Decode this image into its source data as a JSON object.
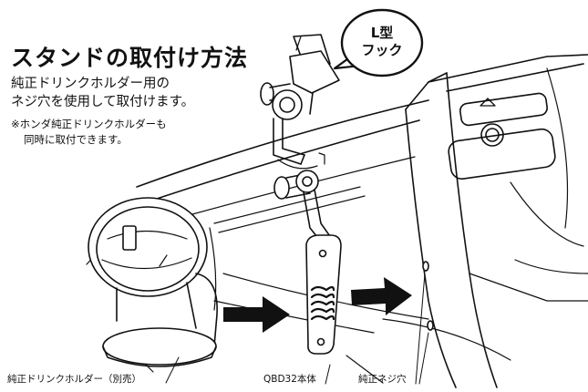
{
  "heading": "スタンドの取付け方法",
  "description": {
    "line1": "純正ドリンクホルダー用の",
    "line2": "ネジ穴を使用して取付けます。"
  },
  "note": {
    "line1": "※ホンダ純正ドリンクホルダーも",
    "line2": "同時に取付できます。"
  },
  "callout": {
    "line1": "L型",
    "line2": "フック"
  },
  "captions": {
    "drink_holder": "純正ドリンクホルダー（別売）",
    "main_body": "QBD32本体",
    "screw_holes": "純正ネジ穴"
  }
}
